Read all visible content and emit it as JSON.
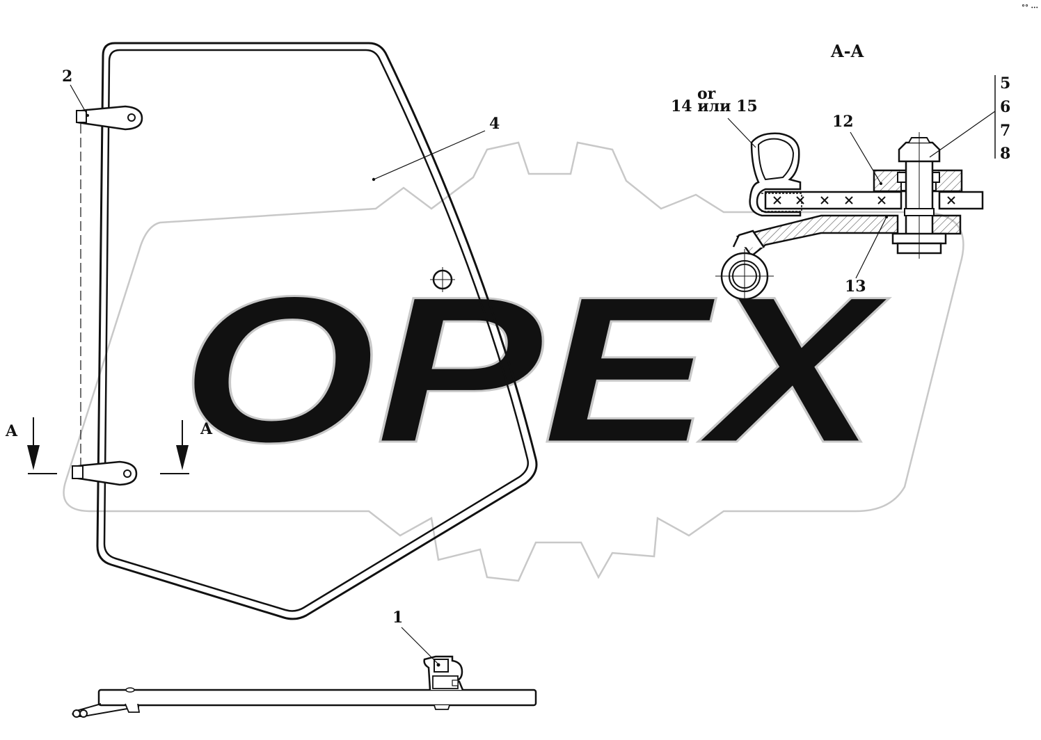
{
  "watermark": {
    "text": "OPEX",
    "color": "#c8c8c8"
  },
  "section_title": "A-A",
  "section_markers": {
    "left": "A",
    "right": "A"
  },
  "callouts": {
    "c1": "1",
    "c2": "2",
    "c4": "4",
    "c12": "12",
    "c13": "13",
    "c14_or": "or",
    "c14_15": "14 или 15",
    "c5": "5",
    "c6": "6",
    "c7": "7",
    "c8": "8"
  },
  "corner_mark": "°° ···",
  "colors": {
    "line": "#111111",
    "hatch": "#555555",
    "watermark": "#c8c8c8"
  }
}
